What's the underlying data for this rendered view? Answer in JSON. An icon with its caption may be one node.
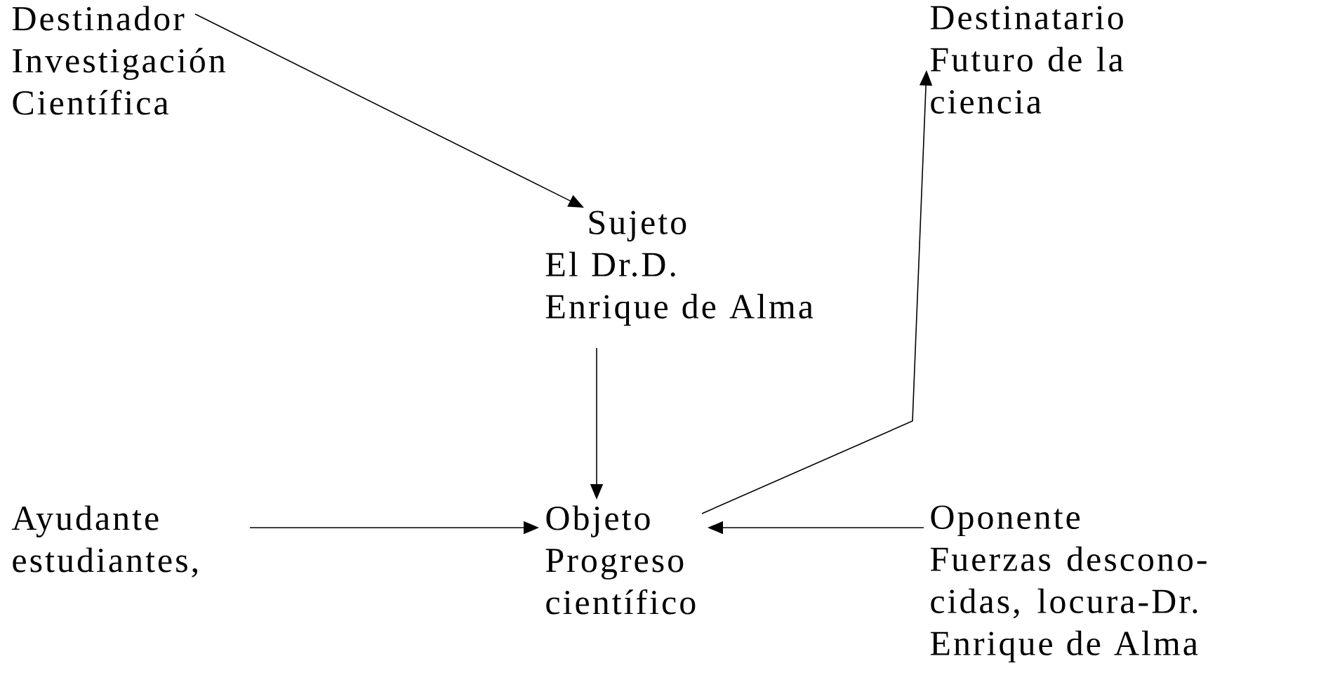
{
  "diagram": {
    "nodes": [
      {
        "text": [
          "Destinador",
          "Investigación Científica"
        ]
      },
      {
        "text": [
          "Destinatario",
          "Futuro de la ciencia"
        ]
      },
      {
        "text": [
          "Sujeto",
          "El Dr.D.",
          "Enrique de Alma"
        ]
      },
      {
        "text": [
          "Ayudante",
          "estudiantes,"
        ]
      },
      {
        "text": [
          "Objeto",
          "Progreso científico"
        ]
      },
      {
        "text": [
          "Oponente",
          "Fuerzas descono- cidas, locura-Dr. Enrique de Alma"
        ]
      }
    ],
    "edges": [
      {
        "from": 0,
        "to": 2,
        "arrow": "to"
      },
      {
        "from": 2,
        "to": 4,
        "arrow": "to"
      },
      {
        "from": 4,
        "to": 1,
        "arrow": "to"
      },
      {
        "from": 3,
        "to": 4,
        "arrow": "to"
      },
      {
        "from": 5,
        "to": 4,
        "arrow": "to"
      }
    ]
  }
}
